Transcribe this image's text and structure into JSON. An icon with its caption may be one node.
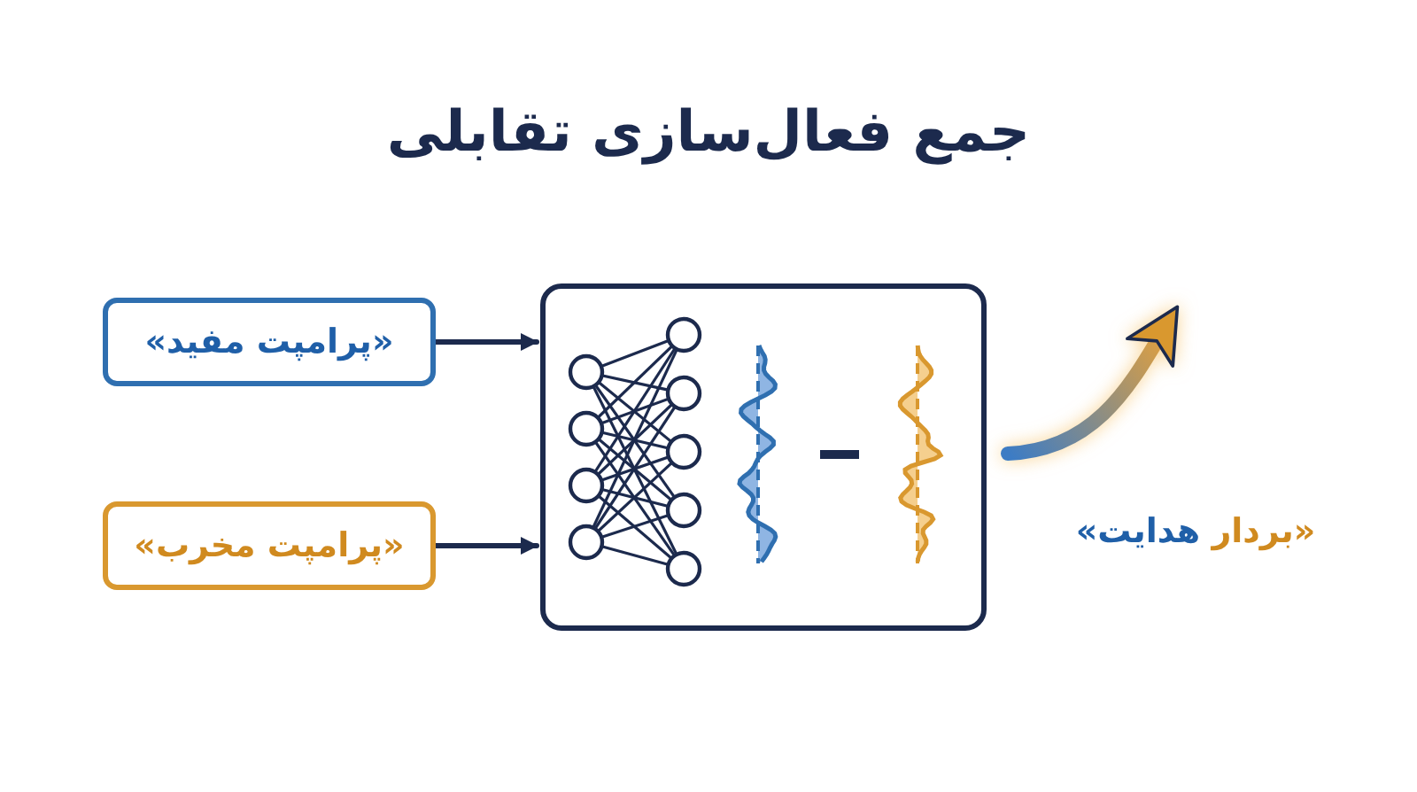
{
  "diagram": {
    "title": "جمع فعال‌سازی تقابلی",
    "nodes": [
      {
        "text": [
          "«پرامپت مفید»"
        ]
      },
      {
        "text": [
          "«پرامپت مخرب»"
        ]
      },
      {
        "text": [],
        "shape": "box"
      }
    ],
    "edges": [
      {
        "from": 0,
        "to": 2,
        "arrow": "to"
      },
      {
        "from": 1,
        "to": 2,
        "arrow": "to"
      },
      {
        "from": 2,
        "to": null,
        "arrow": "to",
        "style": "thick"
      }
    ],
    "labels": [
      "«بردار هدایت»"
    ]
  }
}
